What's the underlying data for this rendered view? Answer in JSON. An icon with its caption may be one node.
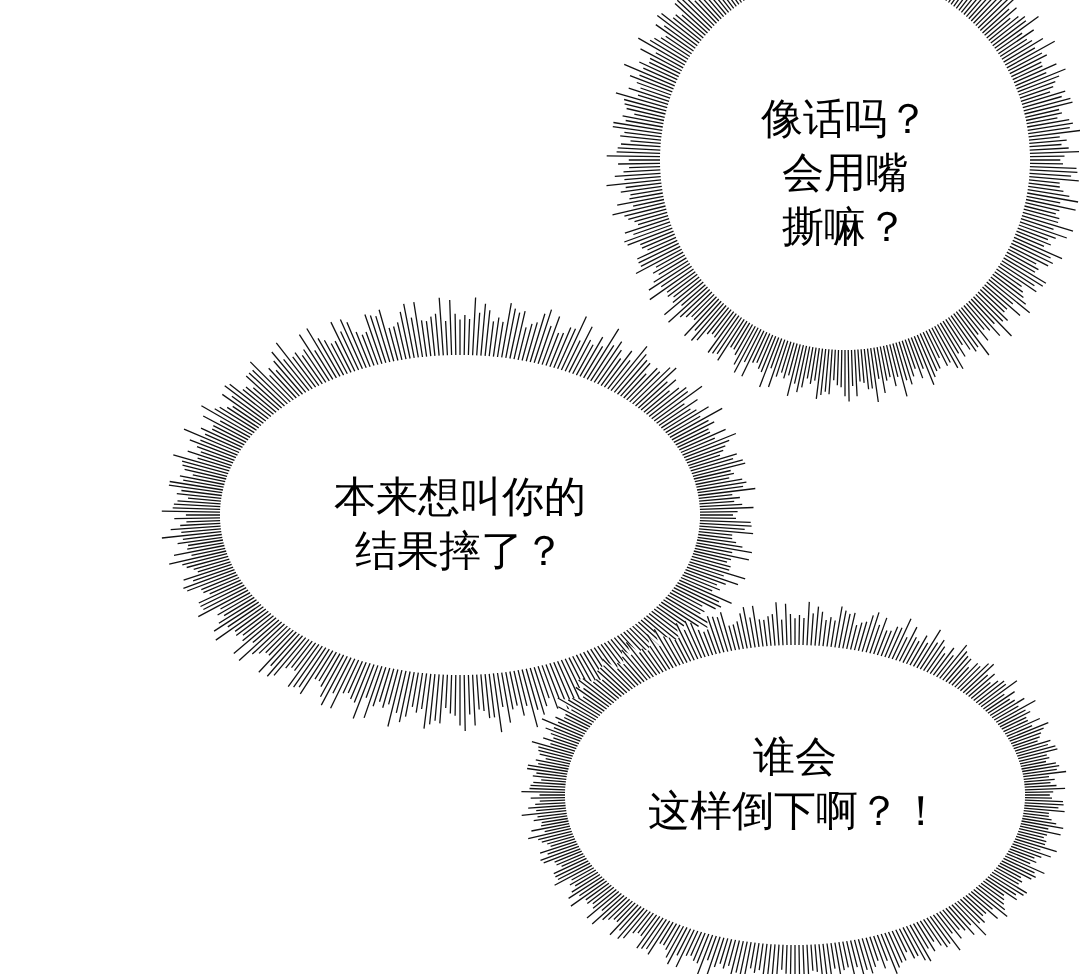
{
  "diagram": {
    "nodes": [
      {
        "text": [
          "像话吗？会用嘴撕嘛？"
        ]
      },
      {
        "text": [
          "本来想叫你的结果摔了？"
        ]
      },
      {
        "text": [
          "谁会这样倒下啊？！"
        ]
      }
    ]
  }
}
